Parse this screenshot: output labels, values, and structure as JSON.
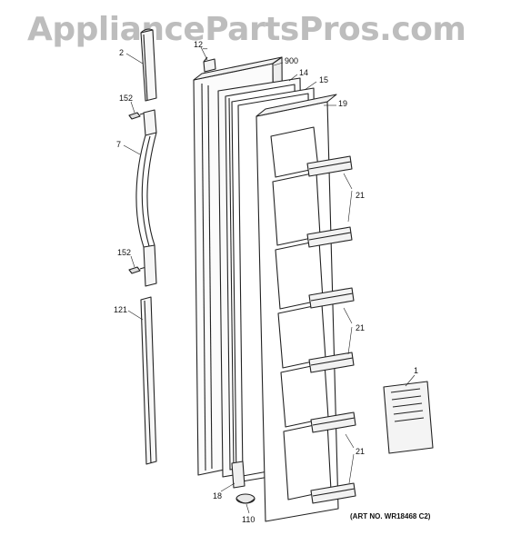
{
  "watermark": "AppliancePartsPros.com",
  "callouts": {
    "c2": "2",
    "c12x": "12_",
    "c900": "900",
    "c14": "14",
    "c15": "15",
    "c19": "19",
    "c152a": "152",
    "c7": "7",
    "c21a": "21",
    "c152b": "152",
    "c121": "121",
    "c21b": "21",
    "c1": "1",
    "c21c": "21",
    "c18": "18",
    "c110": "110"
  },
  "art_number": "(ART NO. WR18468 C2)",
  "colors": {
    "line": "#222222",
    "watermark": "#bdbdbd",
    "background": "#ffffff"
  }
}
